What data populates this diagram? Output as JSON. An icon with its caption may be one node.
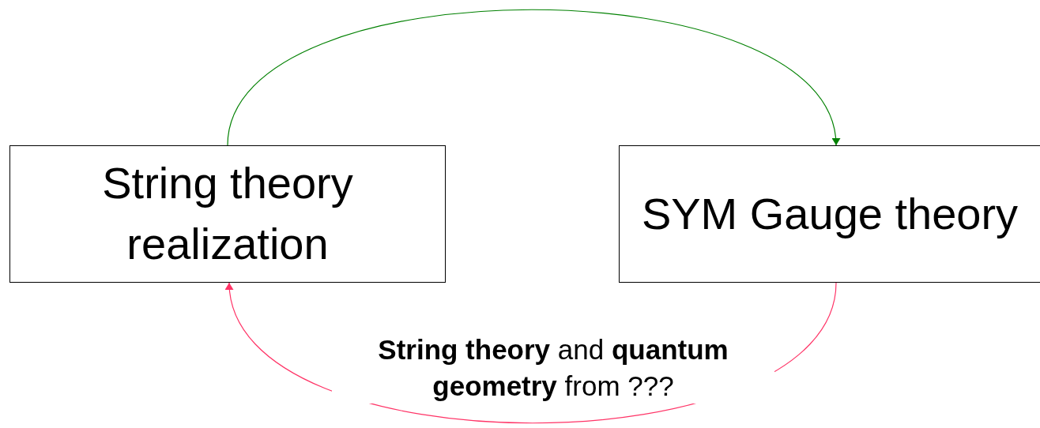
{
  "diagram": {
    "nodes": [
      {
        "text": [
          "String theory realization"
        ]
      },
      {
        "text": [
          "SYM Gauge theory"
        ]
      }
    ],
    "edges": [
      {
        "from": 0,
        "to": 1,
        "arrow": "to",
        "color": "#008000"
      },
      {
        "from": 1,
        "to": 0,
        "arrow": "to",
        "color": "#ff3366",
        "label": "**String theory** and **quantum geometry** from ???"
      }
    ]
  }
}
